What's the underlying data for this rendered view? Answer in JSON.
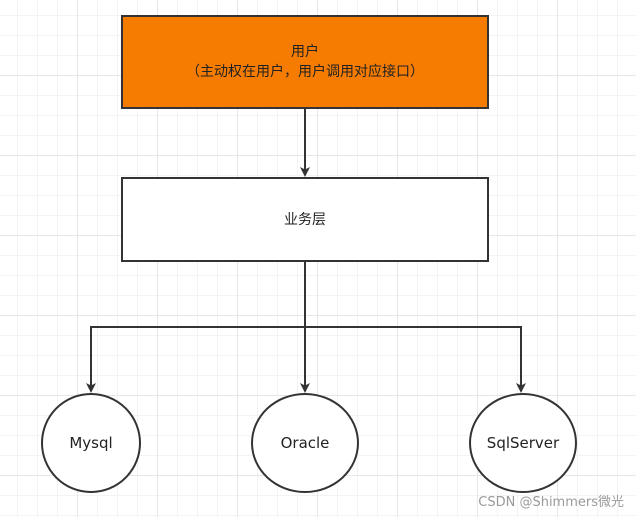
{
  "diagram": {
    "user_box": {
      "title": "用户",
      "subtitle": "（主动权在用户，用户调用对应接口）",
      "fill": "#f57c00"
    },
    "business_box": {
      "label": "业务层"
    },
    "databases": [
      {
        "label": "Mysql"
      },
      {
        "label": "Oracle"
      },
      {
        "label": "SqlServer"
      }
    ],
    "line_color": "#333333"
  },
  "watermark": "CSDN @Shimmers微光"
}
